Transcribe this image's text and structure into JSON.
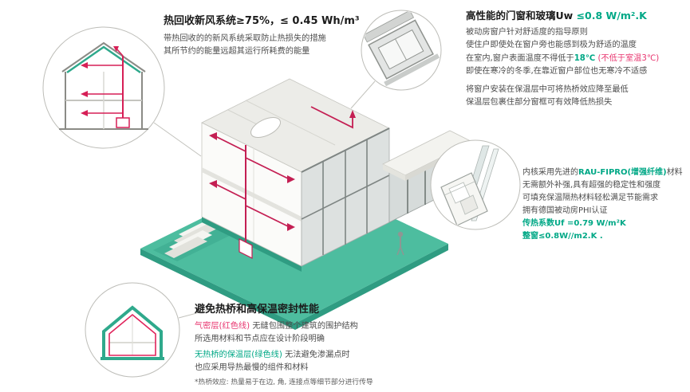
{
  "colors": {
    "green": "#00a886",
    "red": "#e8356f",
    "teal": "#4dbd9f",
    "duct": "#c41f53"
  },
  "ventilation": {
    "title": "热回收新风系统≥75%，≤ 0.45 Wh/m³",
    "body1": "带热回收的的新风系统采取防止热损失的措施",
    "body2": "其所节约的能量远超其运行所耗费的能量"
  },
  "windows": {
    "title_prefix": "高性能的门窗和玻璃Uw ",
    "title_value": "≤0.8 W/m².K",
    "p1_l1": "被动房窗户针对舒适度的指导原则",
    "p1_l2": "使住户即使处在窗户旁也能感到极为舒适的温度",
    "p1_l3_pre": "在室内,窗户表面温度不得低于",
    "p1_l3_temp": "18℃",
    "p1_l3_note": " (不低于室温3℃)",
    "p1_l4": "即使在寒冷的冬季,在靠近窗户部位也无寒冷不适感",
    "p2_l1": "将窗户安装在保温层中可将热桥效应降至最低",
    "p2_l2": "保温层包裹住部分窗框可有效降低热损失"
  },
  "frame": {
    "l1_pre": "内核采用先进的",
    "l1_highlight": "RAU-FIPRO(增强纤维)",
    "l1_post": "材料",
    "l2": "无需额外补强,具有超强的稳定性和强度",
    "l3": "可填充保温隔热材料轻松满足节能需求",
    "l4": "拥有德国被动房PHI认证",
    "l5": "传热系数Uf =0.79 W/m²K",
    "l6": "整窗≤0.8W//m2.K ."
  },
  "thermal": {
    "title": "避免热桥和高保温密封性能",
    "red_label": "气密层(红色线)",
    "red_text": " 无缝包围整个建筑的围护结构",
    "l2": "所选用材料和节点应在设计阶段明确",
    "green_label": "无热桥的保温层(绿色线)",
    "green_text": " 无法避免渗漏点时",
    "l4": "也应采用导热最慢的组件和材料",
    "footnote": "*热桥效应: 热量易于在边, 角, 连接点等细节部分进行传导"
  }
}
